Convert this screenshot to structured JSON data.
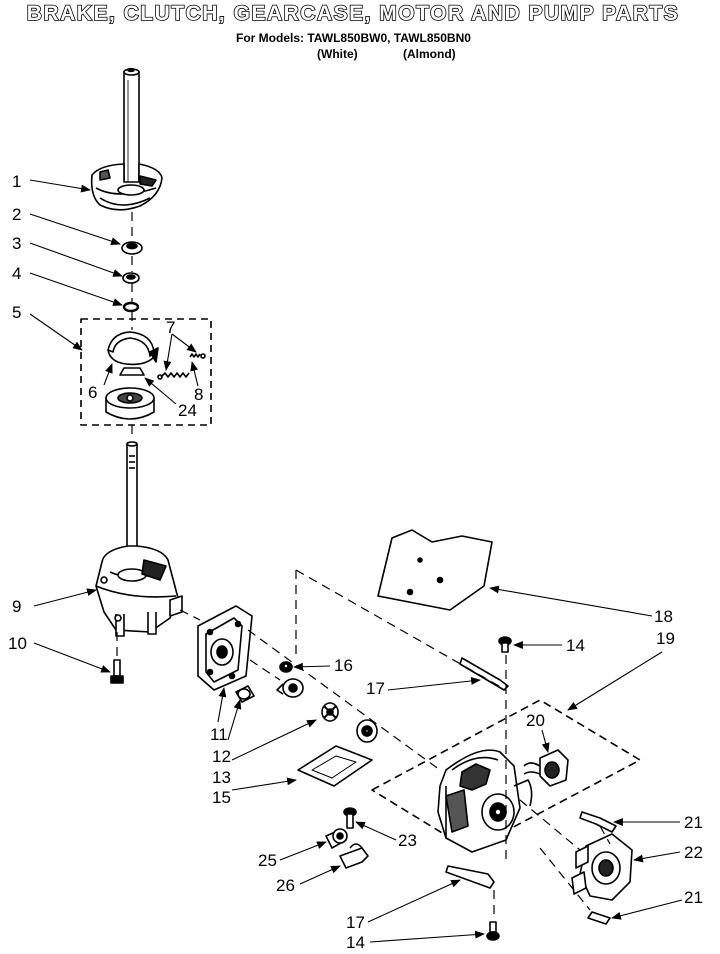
{
  "header": {
    "title": "BRAKE, CLUTCH, GEARCASE, MOTOR AND PUMP PARTS",
    "models_line": "For Models: TAWL850BW0, TAWL850BN0",
    "variants": [
      "(White)",
      "(Almond)"
    ]
  },
  "part_callouts": [
    {
      "number": "1",
      "part": "tub-shaft-brake-assembly"
    },
    {
      "number": "2",
      "part": "bearing"
    },
    {
      "number": "3",
      "part": "washer"
    },
    {
      "number": "4",
      "part": "retaining-ring"
    },
    {
      "number": "5",
      "part": "clutch-assembly-group"
    },
    {
      "number": "6",
      "part": "clutch-band"
    },
    {
      "number": "7",
      "part": "spring"
    },
    {
      "number": "8",
      "part": "spring"
    },
    {
      "number": "9",
      "part": "gearcase"
    },
    {
      "number": "10",
      "part": "bolt"
    },
    {
      "number": "11",
      "part": "coupling"
    },
    {
      "number": "12",
      "part": "coupler"
    },
    {
      "number": "13",
      "part": "coupler"
    },
    {
      "number": "14",
      "part": "screw"
    },
    {
      "number": "15",
      "part": "insulator"
    },
    {
      "number": "16",
      "part": "nut"
    },
    {
      "number": "17",
      "part": "clip"
    },
    {
      "number": "18",
      "part": "motor-shield"
    },
    {
      "number": "19",
      "part": "motor-group"
    },
    {
      "number": "20",
      "part": "capacitor"
    },
    {
      "number": "21",
      "part": "clip"
    },
    {
      "number": "22",
      "part": "pump"
    },
    {
      "number": "23",
      "part": "screw"
    },
    {
      "number": "24",
      "part": "clutch-drum"
    },
    {
      "number": "25",
      "part": "grommet"
    },
    {
      "number": "26",
      "part": "clamp"
    }
  ],
  "colors": {
    "ink": "#000000",
    "paper": "#ffffff"
  }
}
